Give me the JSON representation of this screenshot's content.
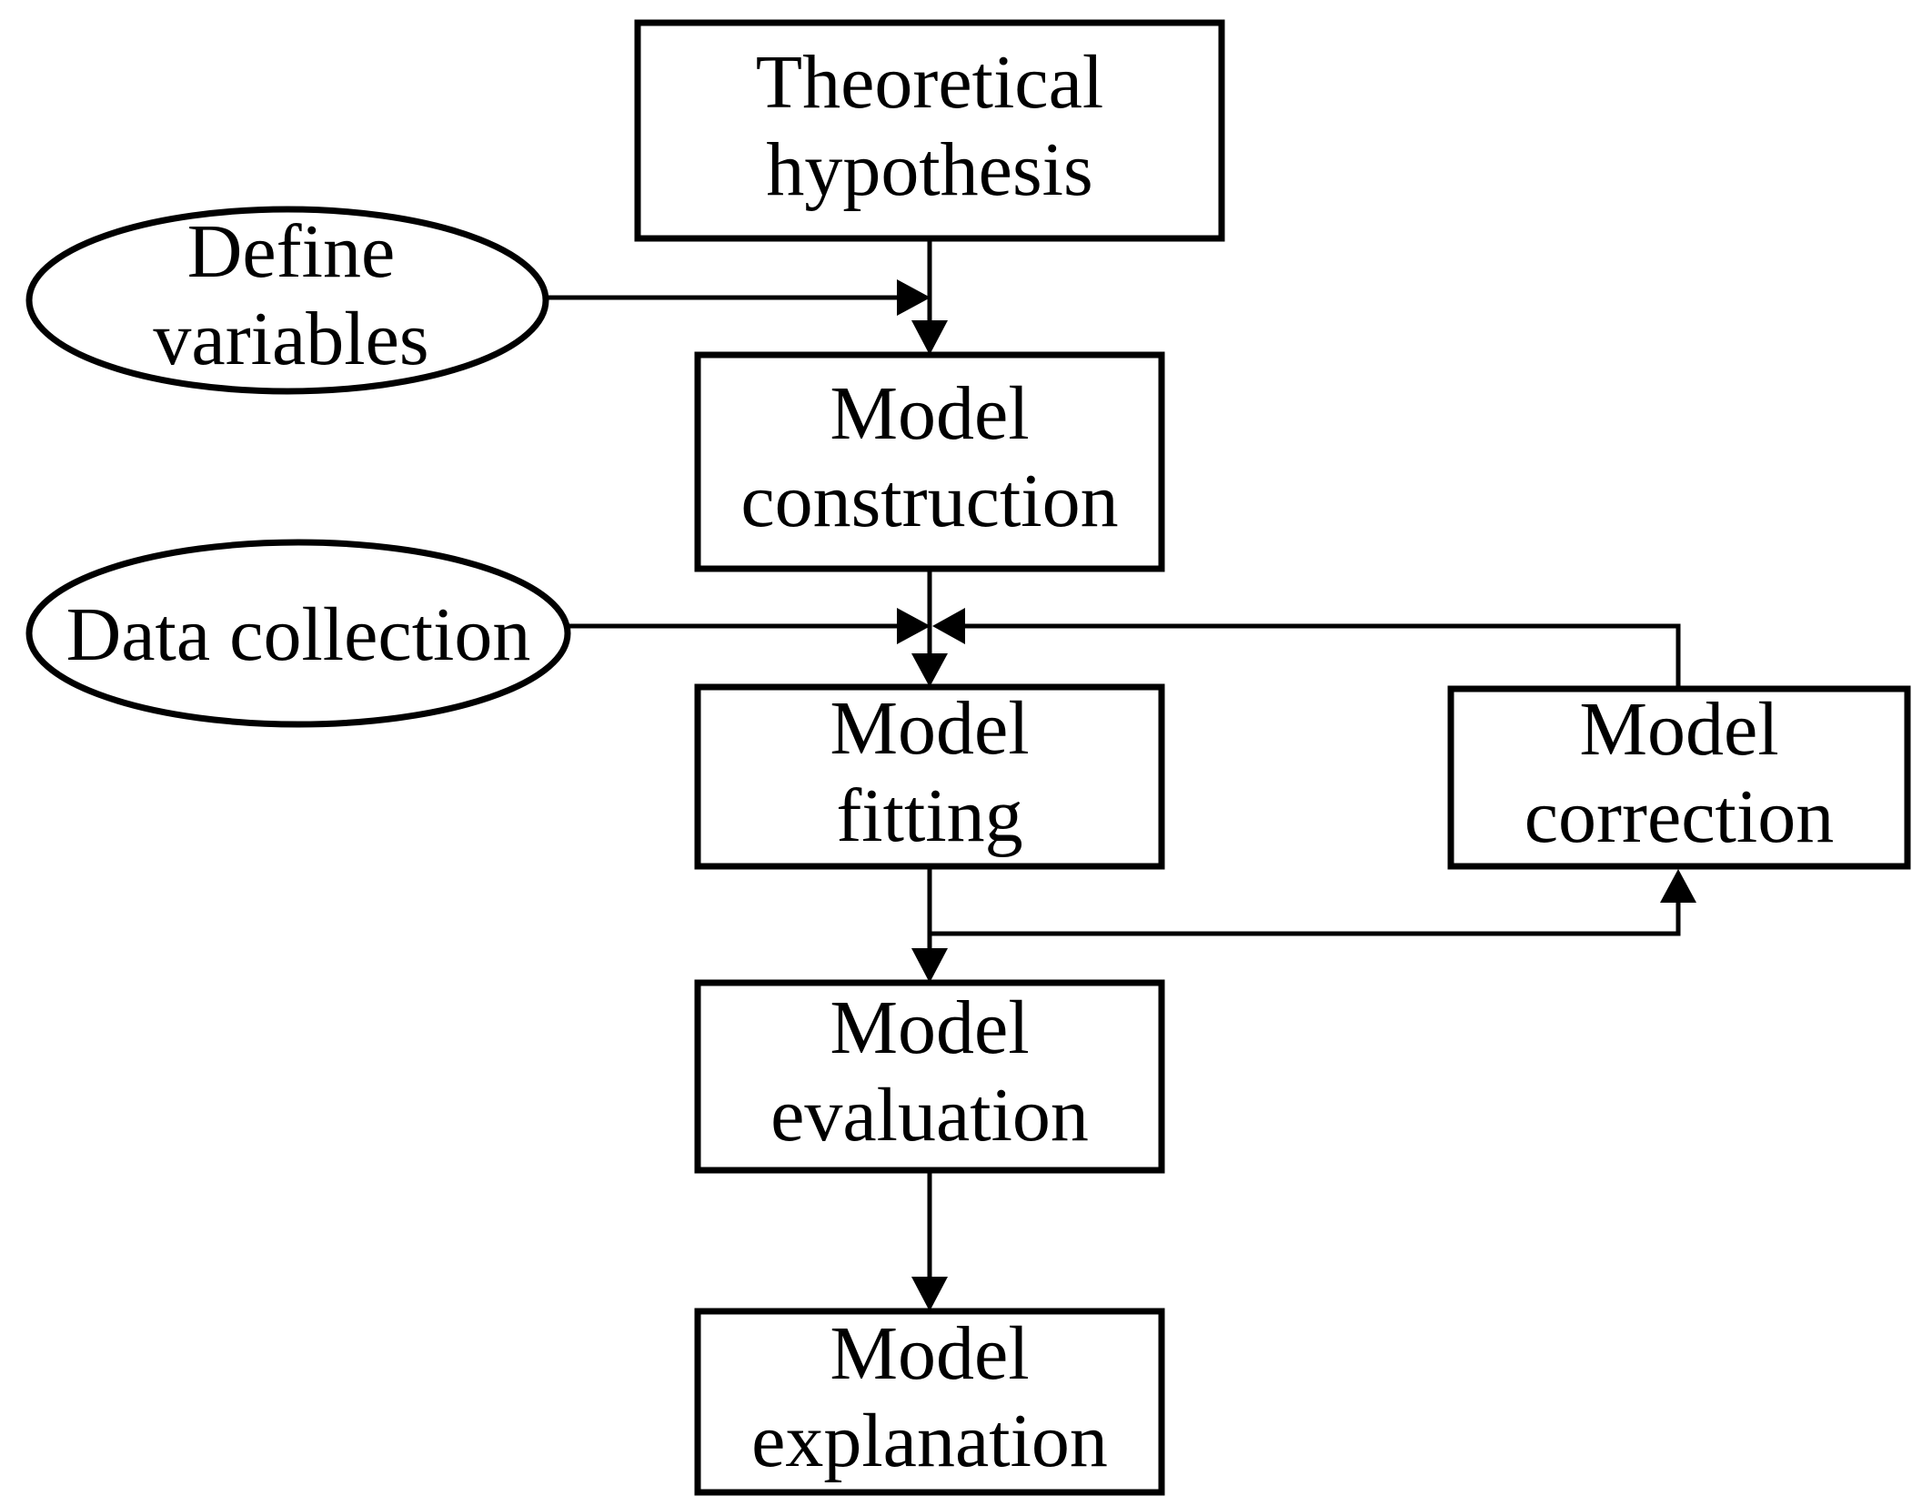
{
  "figure": {
    "type": "flowchart",
    "background_color": "#ffffff",
    "line_color": "#000000",
    "text_color": "#000000",
    "nodes": {
      "theoretical_hypothesis": {
        "shape": "rectangle",
        "line1": "Theoretical",
        "line2": "hypothesis"
      },
      "define_variables": {
        "shape": "ellipse",
        "line1": "Define",
        "line2": "variables"
      },
      "model_construction": {
        "shape": "rectangle",
        "line1": "Model",
        "line2": "construction"
      },
      "data_collection": {
        "shape": "ellipse",
        "line1": "Data collection"
      },
      "model_fitting": {
        "shape": "rectangle",
        "line1": "Model",
        "line2": "fitting"
      },
      "model_correction": {
        "shape": "rectangle",
        "line1": "Model",
        "line2": "correction"
      },
      "model_evaluation": {
        "shape": "rectangle",
        "line1": "Model",
        "line2": "evaluation"
      },
      "model_explanation": {
        "shape": "rectangle",
        "line1": "Model",
        "line2": "explanation"
      }
    },
    "edges": [
      {
        "from": "Theoretical hypothesis",
        "to": "Model construction",
        "style": "arrow-down"
      },
      {
        "from": "Define variables",
        "to": "Model construction",
        "style": "arrow-joins-main-line"
      },
      {
        "from": "Model construction",
        "to": "Model fitting",
        "style": "arrow-down"
      },
      {
        "from": "Data collection",
        "to": "Model fitting",
        "style": "arrow-joins-main-line"
      },
      {
        "from": "Model correction",
        "to": "Model fitting",
        "style": "arrow-joins-main-line-from-right"
      },
      {
        "from": "Model fitting",
        "to": "Model correction",
        "style": "arrow-right-then-up"
      },
      {
        "from": "Model fitting",
        "to": "Model evaluation",
        "style": "arrow-down"
      },
      {
        "from": "Model evaluation",
        "to": "Model explanation",
        "style": "arrow-down"
      }
    ]
  }
}
